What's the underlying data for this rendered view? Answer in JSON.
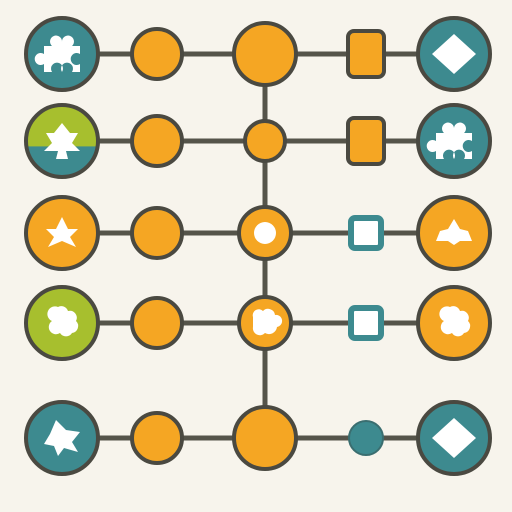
{
  "colors": {
    "background": "#f7f4ec",
    "outline": "#4a4941",
    "connector": "#55544a",
    "orange": "#f5a623",
    "teal": "#3d8a8f",
    "green": "#a7bf2e",
    "glyph": "#ffffff"
  },
  "rows": [
    {
      "label": "row-1",
      "nodes": [
        {
          "kind": "start",
          "fill": "teal",
          "icon": "puzzle-icon"
        },
        {
          "kind": "circle",
          "fill": "orange"
        },
        {
          "kind": "circle-large",
          "fill": "orange"
        },
        {
          "kind": "square",
          "fill": "orange"
        },
        {
          "kind": "end",
          "fill": "teal",
          "icon": "diamond-icon"
        }
      ]
    },
    {
      "label": "row-2",
      "nodes": [
        {
          "kind": "start",
          "fill": "green-teal",
          "icon": "tree-icon"
        },
        {
          "kind": "circle",
          "fill": "orange"
        },
        {
          "kind": "circle-small",
          "fill": "orange"
        },
        {
          "kind": "square",
          "fill": "orange"
        },
        {
          "kind": "end",
          "fill": "teal",
          "icon": "puzzle-icon"
        }
      ]
    },
    {
      "label": "row-3",
      "nodes": [
        {
          "kind": "start",
          "fill": "orange",
          "icon": "star-icon"
        },
        {
          "kind": "circle",
          "fill": "orange"
        },
        {
          "kind": "circle-ring",
          "fill": "orange"
        },
        {
          "kind": "square-outline",
          "fill": "teal"
        },
        {
          "kind": "end",
          "fill": "orange",
          "icon": "flower-icon"
        }
      ]
    },
    {
      "label": "row-4",
      "nodes": [
        {
          "kind": "start",
          "fill": "green",
          "icon": "clover-icon"
        },
        {
          "kind": "circle",
          "fill": "orange"
        },
        {
          "kind": "circle-blob",
          "fill": "orange"
        },
        {
          "kind": "square-outline",
          "fill": "teal"
        },
        {
          "kind": "end",
          "fill": "orange",
          "icon": "clover-icon"
        }
      ]
    },
    {
      "label": "row-5",
      "nodes": [
        {
          "kind": "start",
          "fill": "teal",
          "icon": "bird-icon"
        },
        {
          "kind": "circle",
          "fill": "orange"
        },
        {
          "kind": "circle-large",
          "fill": "orange"
        },
        {
          "kind": "dot",
          "fill": "teal"
        },
        {
          "kind": "end",
          "fill": "teal",
          "icon": "diamond-icon"
        }
      ]
    }
  ]
}
